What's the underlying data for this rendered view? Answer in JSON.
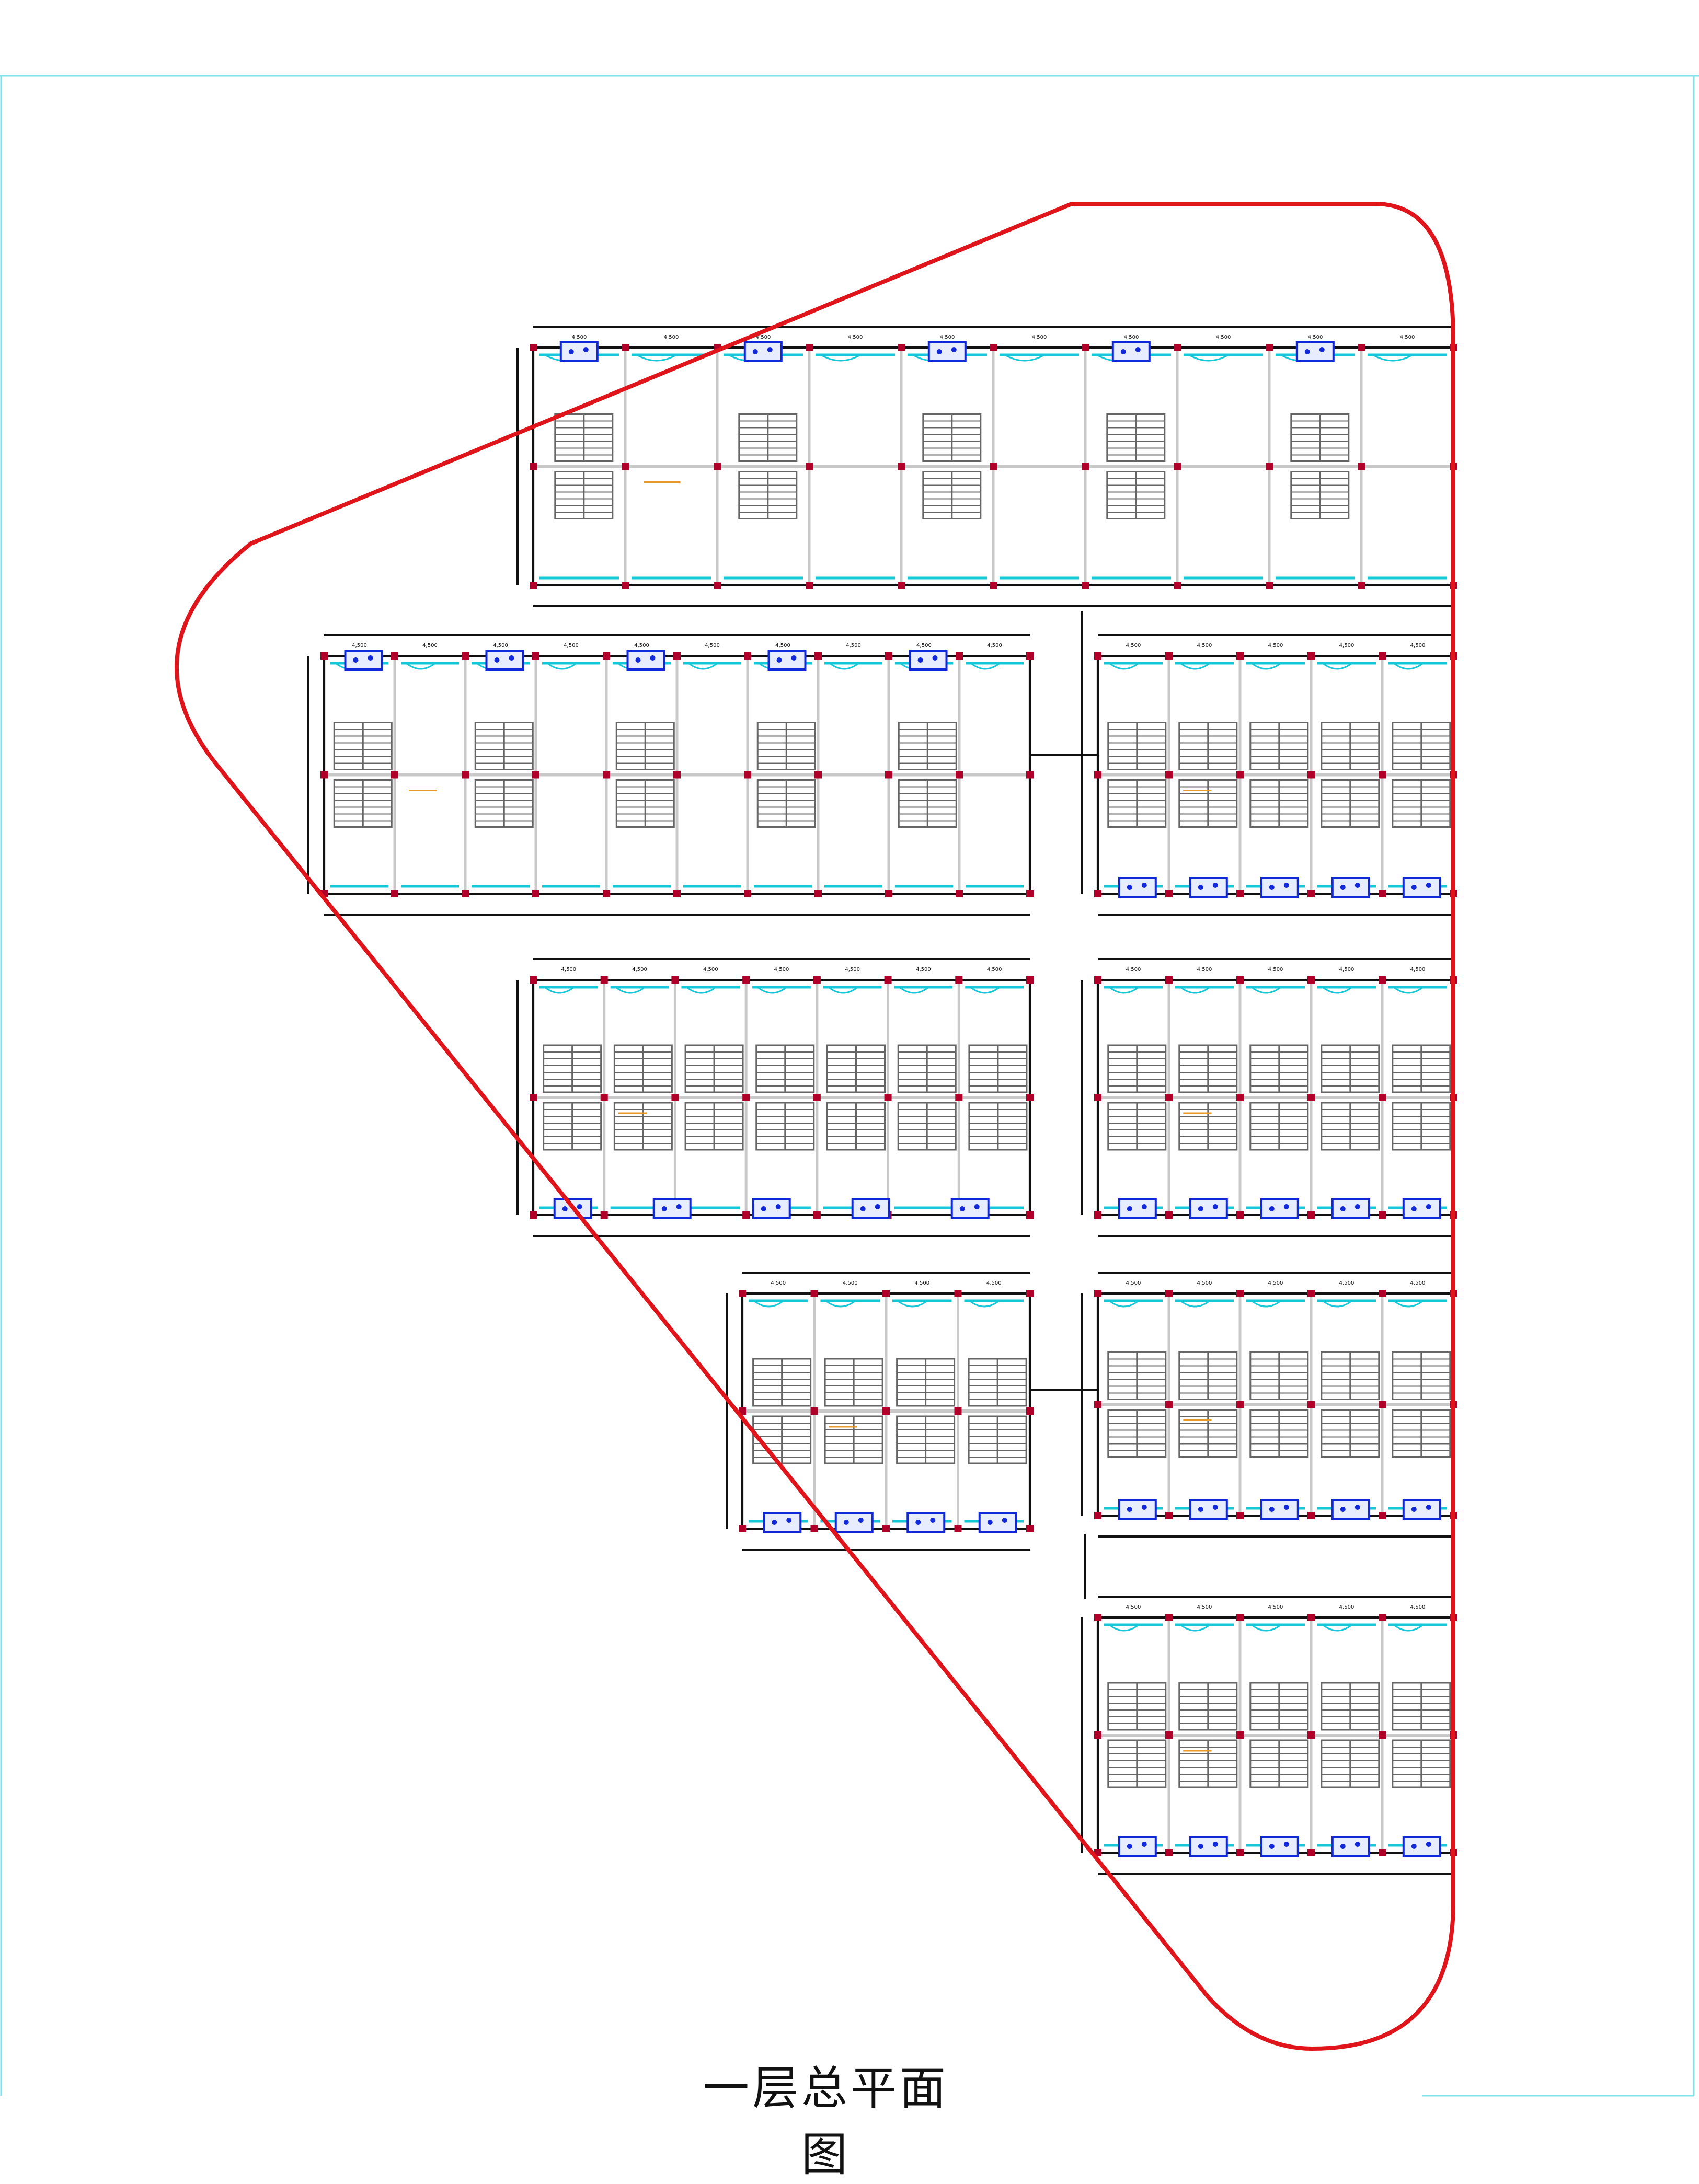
{
  "drawing": {
    "title": "一层总平面图",
    "dimension_label": "4,500",
    "colors": {
      "boundary": "#e0141b",
      "frame": "#7fe3e8",
      "wall": "#111111",
      "grid": "#c9c9c9",
      "stair": "#666666",
      "window": "#15c8d8",
      "equipment": "#1028d8",
      "column": "#b0002a",
      "annotation": "#e89a2a"
    },
    "buildings": [
      {
        "id": "north-block",
        "bays": 10
      },
      {
        "id": "west-middle-block",
        "bays": 10
      },
      {
        "id": "east-upper-block",
        "bays": 5
      },
      {
        "id": "center-block",
        "bays": 7
      },
      {
        "id": "east-middle-block",
        "bays": 5
      },
      {
        "id": "south-center-block",
        "bays": 4
      },
      {
        "id": "east-lower-block",
        "bays": 5
      },
      {
        "id": "south-east-block",
        "bays": 5
      }
    ]
  }
}
